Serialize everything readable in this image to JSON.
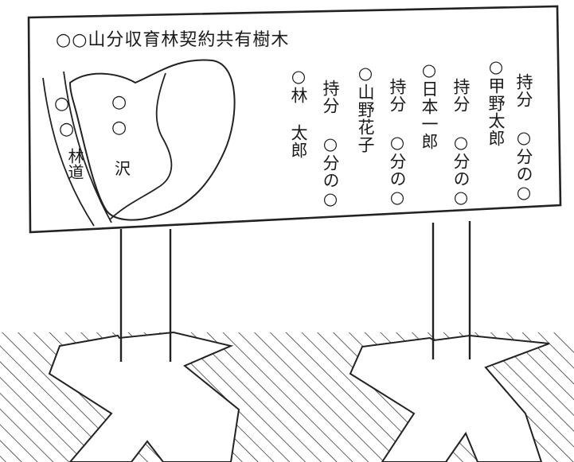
{
  "sign": {
    "title": "○○山分収育林契約共有樹木",
    "owners": [
      {
        "name": "○甲野太郎",
        "share": "持分 ○分の○"
      },
      {
        "name": "○日本一郎",
        "share": "持分 ○分の○"
      },
      {
        "name": "○山野花子",
        "share": "持分 ○分の○"
      },
      {
        "name": "○林 太郎",
        "share": "持分 ○分の○"
      }
    ],
    "map": {
      "road_label": "林道",
      "stream_label": "沢",
      "marker": "○"
    }
  }
}
